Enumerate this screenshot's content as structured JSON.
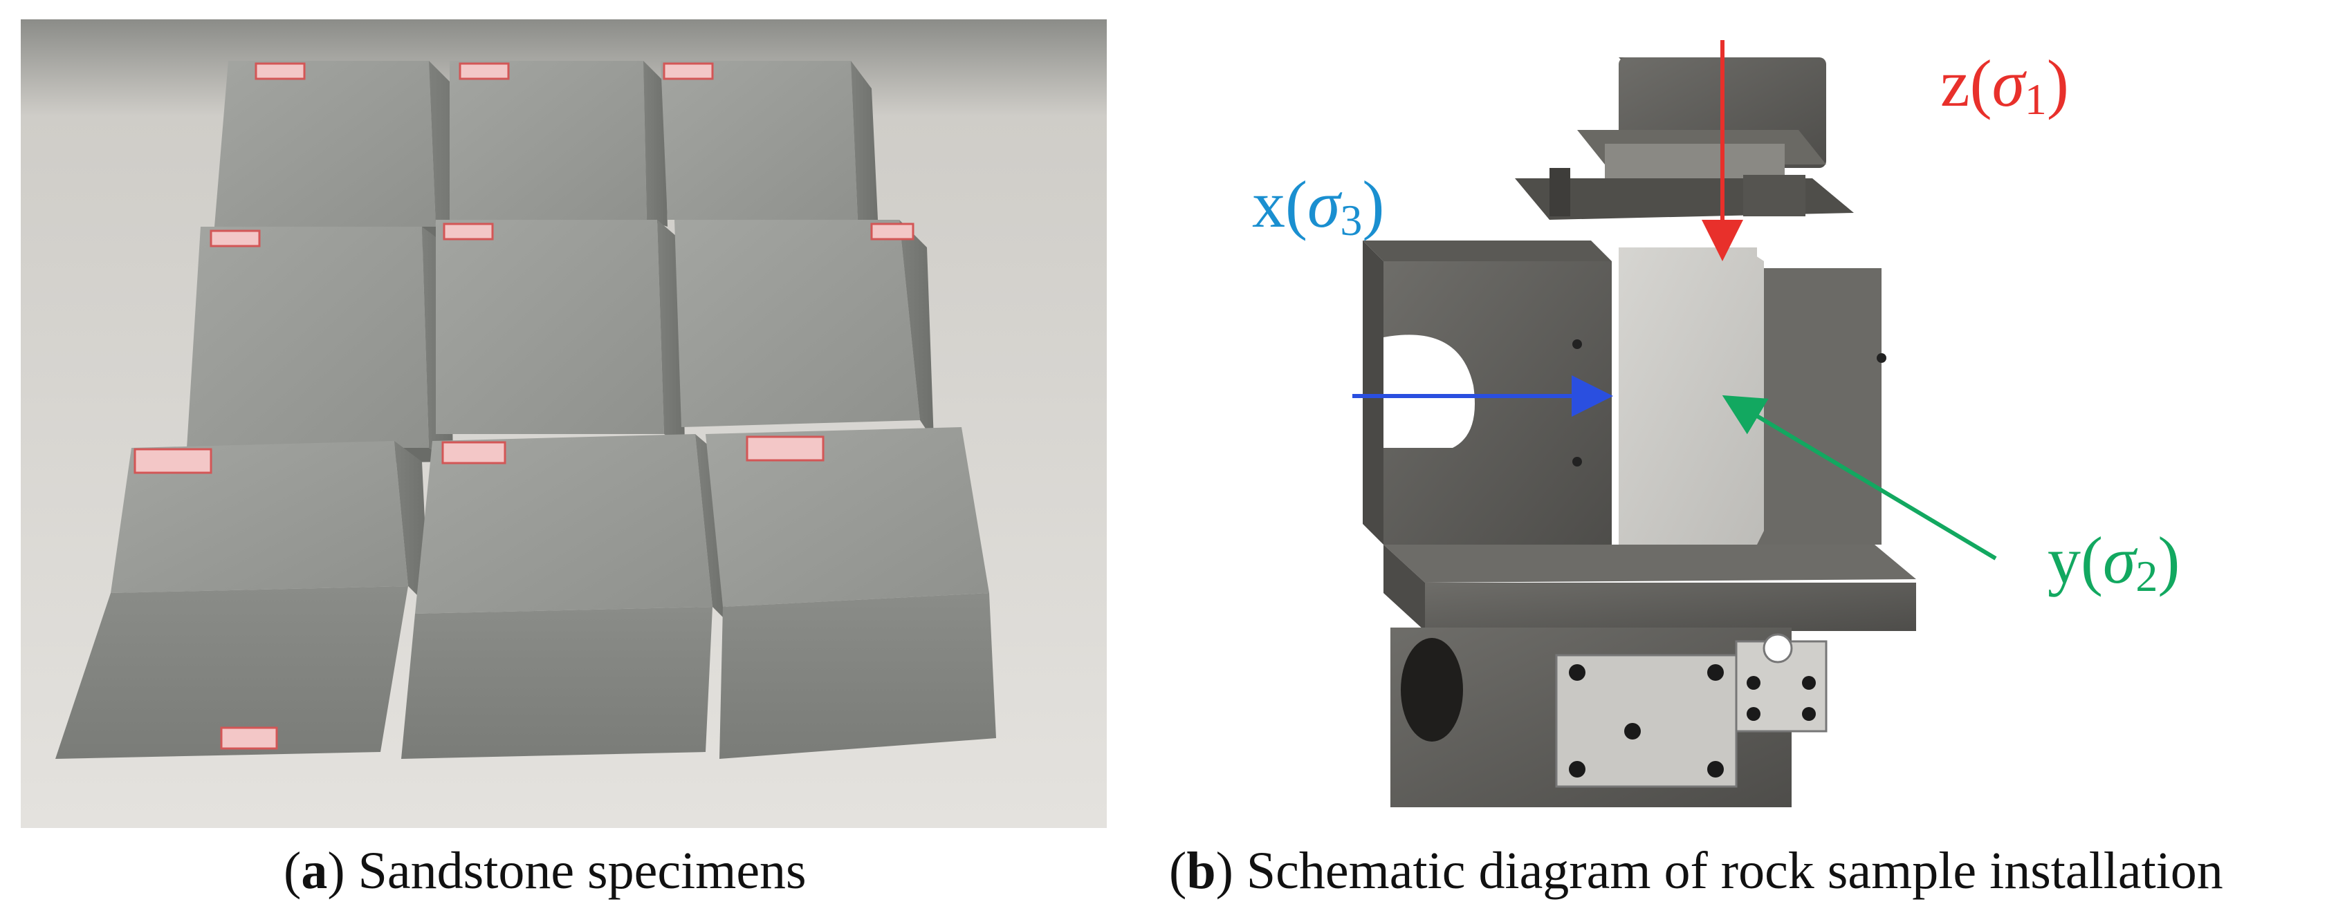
{
  "figure": {
    "panel_a": {
      "caption_letter": "a",
      "caption_text": "Sandstone specimens"
    },
    "panel_b": {
      "caption_letter": "b",
      "caption_text": "Schematic diagram of rock sample installation",
      "labels": {
        "z": {
          "axis": "z",
          "sigma": "σ",
          "sub": "1",
          "color": "#e8302b"
        },
        "x": {
          "axis": "x",
          "sigma": "σ",
          "sub": "3",
          "color": "#1a8fd0"
        },
        "y": {
          "axis": "y",
          "sigma": "σ",
          "sub": "2",
          "color": "#12a860"
        }
      }
    }
  }
}
